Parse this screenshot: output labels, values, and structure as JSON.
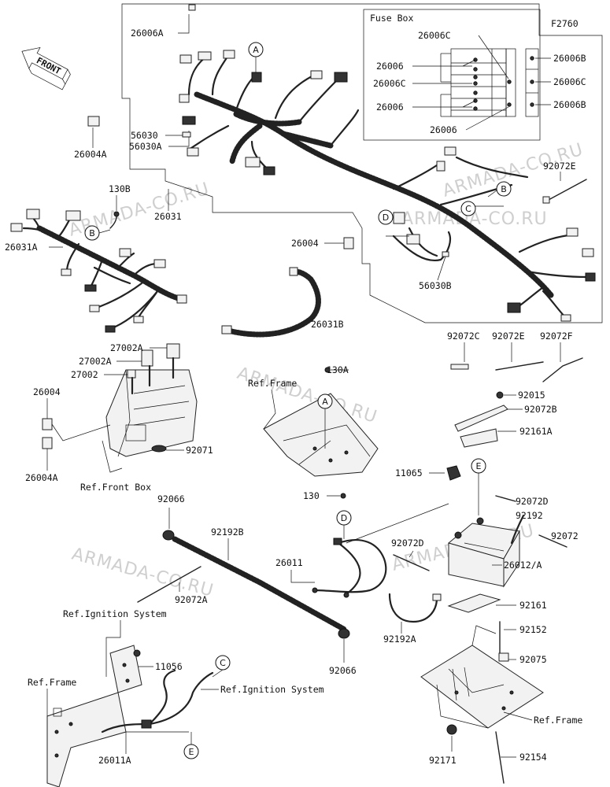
{
  "diagram_code": "F2760",
  "front_label": "FRONT",
  "watermark": "ARMADA-CO.RU",
  "fuse_box": {
    "title": "Fuse Box",
    "labels": {
      "a": "26006C",
      "b": "26006",
      "c": "26006C",
      "d": "26006",
      "e": "26006",
      "f": "26006B",
      "g": "26006C",
      "h": "26006B"
    }
  },
  "callouts": {
    "A": "A",
    "B": "B",
    "C": "C",
    "D": "D",
    "E": "E"
  },
  "parts": {
    "p26006A": "26006A",
    "p26004A_top": "26004A",
    "p56030": "56030",
    "p56030A": "56030A",
    "p130B": "130B",
    "p26031": "26031",
    "p26031A": "26031A",
    "p26004_mid": "26004",
    "p56030B": "56030B",
    "p92072E_top": "92072E",
    "p26031B": "26031B",
    "p27002A_1": "27002A",
    "p27002A_2": "27002A",
    "p27002": "27002",
    "p26004_left": "26004",
    "p26004A_left": "26004A",
    "p92071": "92071",
    "ref_front_box": "Ref.Front Box",
    "p130A": "130A",
    "ref_frame_top": "Ref.Frame",
    "p92072C": "92072C",
    "p92072E": "92072E",
    "p92072F": "92072F",
    "p92015": "92015",
    "p92072B": "92072B",
    "p92161A": "92161A",
    "p11065": "11065",
    "p130": "130",
    "p92072D_r": "92072D",
    "p92192": "92192",
    "p92072": "92072",
    "p92072D_m": "92072D",
    "p26011": "26011",
    "p26012A": "26012/A",
    "p92066_top": "92066",
    "p92192B": "92192B",
    "p92072A": "92072A",
    "p92161": "92161",
    "p92192A": "92192A",
    "p92152": "92152",
    "ref_ignition_1": "Ref.Ignition System",
    "p11056": "11056",
    "p92066_bot": "92066",
    "p92075": "92075",
    "ref_frame_left": "Ref.Frame",
    "ref_ignition_2": "Ref.Ignition System",
    "ref_frame_right": "Ref.Frame",
    "p26011A": "26011A",
    "p92171": "92171",
    "p92154": "92154"
  }
}
